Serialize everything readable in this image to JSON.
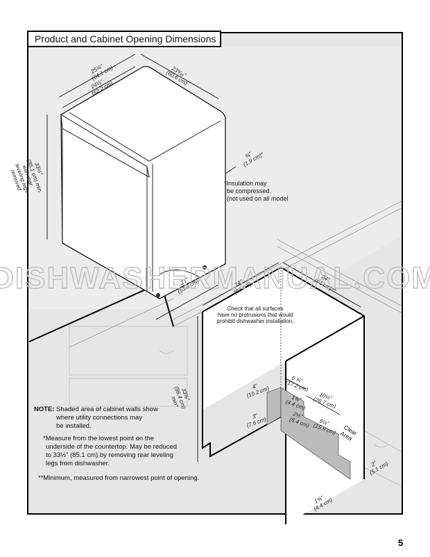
{
  "section_title": "Product and Cabinet Opening Dimensions",
  "product": {
    "depth_overall": "25¼\"",
    "depth_overall_cm": "(64.1 cm)",
    "depth_body": "24½\"",
    "depth_body_cm": "(62.2 cm)",
    "width": "23⁹⁄₁₆\"",
    "width_cm": "(60.6 cm)",
    "insulation": "¾\"",
    "insulation_cm": "(1.9 cm)*",
    "height_l1": "33½\"",
    "height_l2": "(85.1 cm) min.",
    "height_l3": "with rear",
    "height_l4": "leveling legs",
    "height_l5": "removed",
    "legs": "21\"",
    "legs_cm": "(53.3 cm)",
    "insulation_note": [
      "*Insulation may",
      "be compressed.",
      "(not used on all model"
    ]
  },
  "cabinet": {
    "depth": "24\"",
    "depth_cm": "(61 cm)",
    "width": "24\"",
    "width_cm": "(61 cm)**",
    "check_note": [
      "Check that all surfaces",
      "have no protrusions that would",
      "prohibit dishwasher installation."
    ],
    "height": "33⅝\"",
    "height_cm": "(86.4 cm)",
    "height_min": "min*",
    "d4": "4\"",
    "d4_cm": "(10.2 cm)",
    "d3": "3\"",
    "d3_cm": "(7.6 cm)",
    "d634": "6 ¾\"",
    "d634_cm": "(17.2 cm)",
    "d134": "1¾\"",
    "d134_cm": "(4.4 cm)",
    "d212": "2½\"",
    "d212_cm": "(6.4 cm)",
    "d1012": "10½\"",
    "d1012_cm": "(26.7 cm)",
    "d614": "6¼\"",
    "d614_cm": "(15.9 cm)",
    "clear_area": [
      "Clear",
      "Area"
    ],
    "d2": "2\"",
    "d2_cm": "(5.1 cm)",
    "d134b": "1¾\"",
    "d134b_cm": "(4.4 cm)"
  },
  "notes": {
    "note_label": "NOTE:",
    "note_lines": [
      "Shaded area of cabinet walls show",
      "where utility connections may",
      "be installed."
    ],
    "star_lines": [
      "*Measure from the lowest point on the",
      "underside of the countertop. May be reduced",
      "to 33½\" (85.1 cm) by removing rear leveling",
      "legs from dishwasher."
    ],
    "double_star": "**Minimum, measured from narrowest point of opening."
  },
  "watermark": "DISHWASHERMANUAL.COM",
  "page_number": "5"
}
